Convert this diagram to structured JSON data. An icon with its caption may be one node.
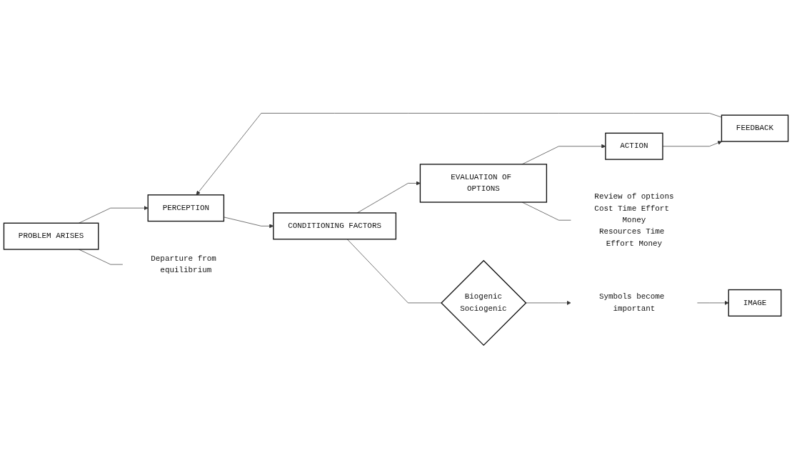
{
  "diagram": {
    "nodes": [
      {
        "text": [
          "PROBLEM ARISES"
        ]
      },
      {
        "text": [
          "PERCEPTION"
        ]
      },
      {
        "text": [
          "CONDITIONING FACTORS"
        ]
      },
      {
        "text": [
          "EVALUATION OF OPTIONS"
        ]
      },
      {
        "text": [
          "ACTION"
        ]
      },
      {
        "text": [
          "FEEDBACK"
        ]
      },
      {
        "text": [
          "Departure from equilibrium"
        ]
      },
      {
        "text": [
          "Biogenic",
          "Sociogenic"
        ]
      },
      {
        "text": [
          "Symbols become important"
        ]
      },
      {
        "text": [
          "IMAGE"
        ]
      },
      {
        "text": [
          "Review of options",
          "Cost Time Effort Money",
          "Resources Time Effort Money"
        ]
      }
    ],
    "edges": [
      {
        "from": 0,
        "to": 1,
        "arrow": "to"
      },
      {
        "from": 1,
        "to": 2,
        "arrow": "to"
      },
      {
        "from": 2,
        "to": 3,
        "arrow": "to"
      },
      {
        "from": 3,
        "to": 4,
        "arrow": "to"
      },
      {
        "from": 4,
        "to": 5,
        "arrow": "to"
      },
      {
        "from": 5,
        "to": 1,
        "arrow": "to"
      },
      {
        "from": 0,
        "to": 6,
        "arrow": "none"
      },
      {
        "from": 2,
        "to": 7,
        "arrow": "none"
      },
      {
        "from": 7,
        "to": 8,
        "arrow": "to"
      },
      {
        "from": 8,
        "to": 9,
        "arrow": "to"
      },
      {
        "from": 3,
        "to": 10,
        "arrow": "none"
      }
    ]
  }
}
